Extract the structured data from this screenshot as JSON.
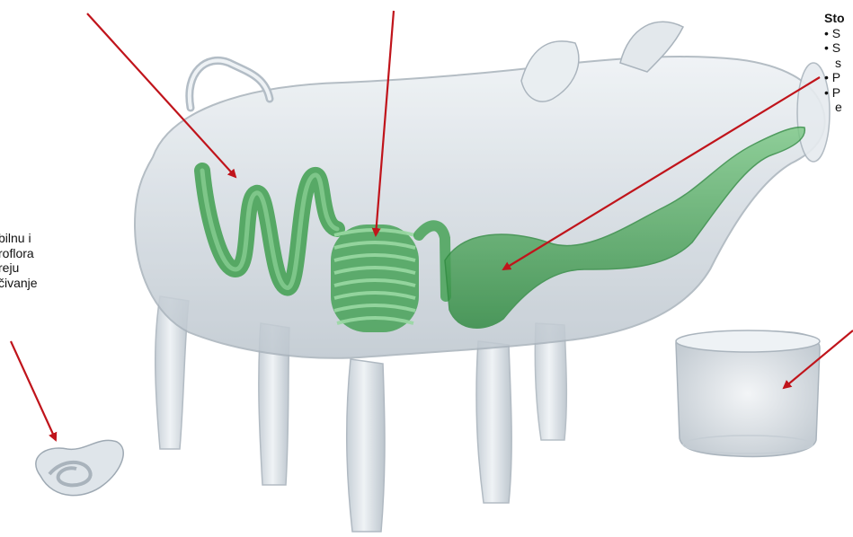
{
  "labels": {
    "stomach": {
      "title": "Sto",
      "lines": [
        "• S",
        "• S",
        "s",
        "• P",
        "• P",
        "e"
      ]
    },
    "left_note": {
      "lines": [
        "bilnu i",
        "roflora",
        "reju",
        "čivanje"
      ]
    }
  },
  "colors": {
    "glass_fill": "#d6dde3",
    "glass_edge": "#aab4bd",
    "organ_green": "#3f9f4f",
    "organ_green_light": "#7cc886",
    "arrow_red": "#c0141b"
  },
  "icons": [
    "arrow",
    "glass-pig-model",
    "glass-bowl",
    "glass-knot"
  ]
}
